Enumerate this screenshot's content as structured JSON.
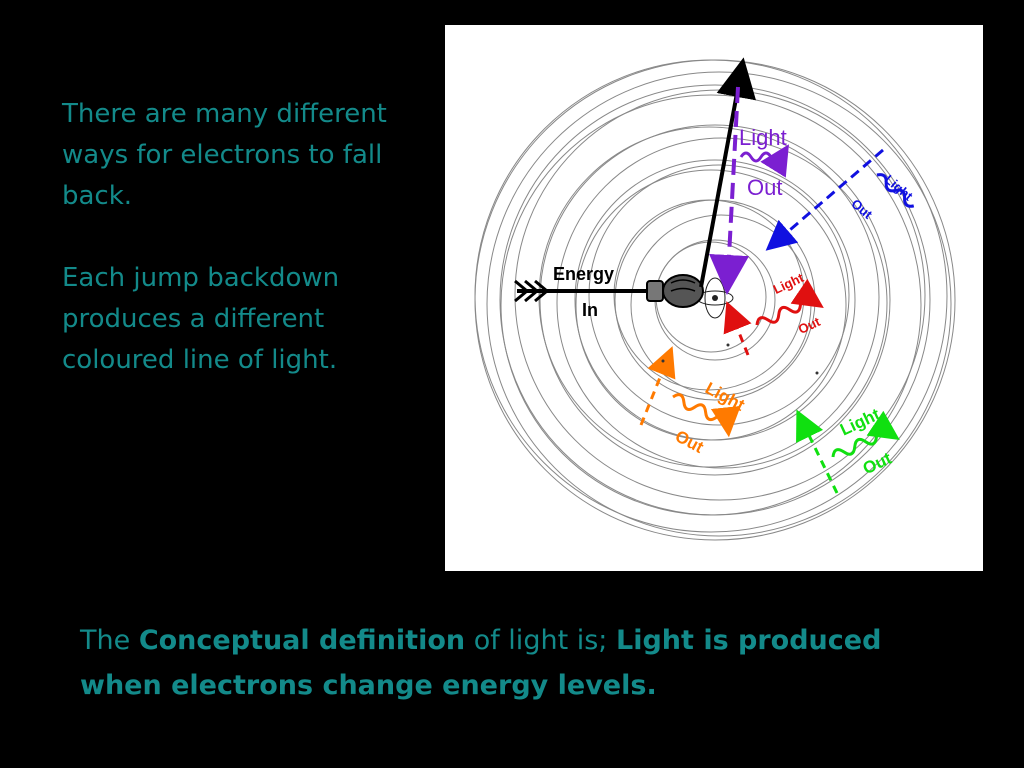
{
  "slide": {
    "intro_line_1": "There are many different ways for electrons to fall back.",
    "intro_line_2": "Each jump backdown produces a different coloured line of light."
  },
  "diagram": {
    "energy_label": "Energy",
    "in_label": "In",
    "light_label": "Light",
    "out_label": "Out",
    "colors": {
      "purple": "#7b1fd1",
      "blue": "#1010e0",
      "red": "#e01010",
      "orange": "#ff7a00",
      "green": "#10e010"
    }
  },
  "conclusion": {
    "prefix": "The",
    "term": "Conceptual definition",
    "middle": "of light is;",
    "statement": "Light is produced when electrons change energy levels."
  }
}
